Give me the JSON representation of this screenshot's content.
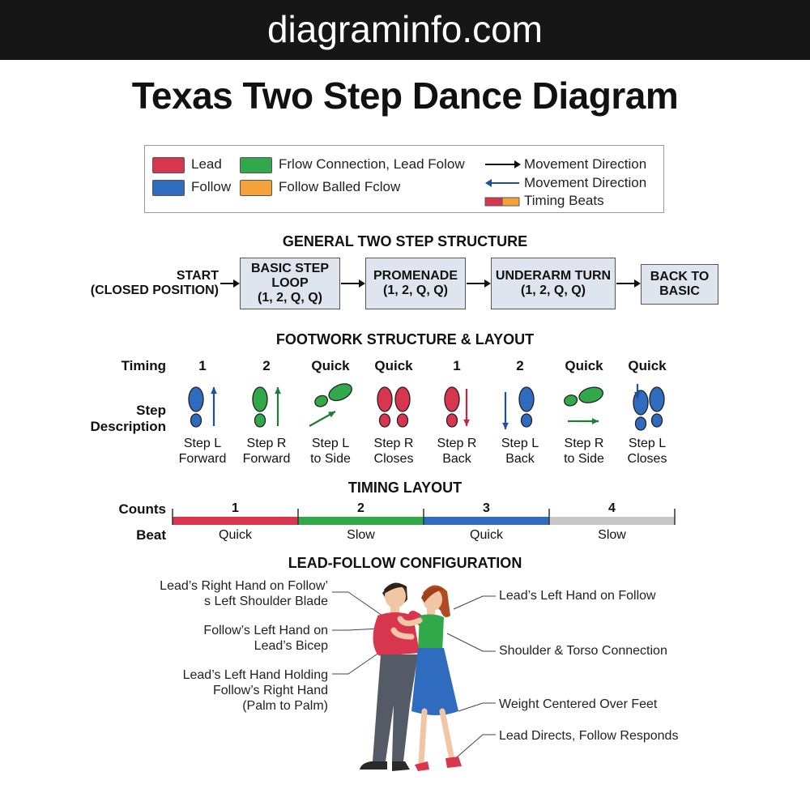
{
  "site": "diagraminfo.com",
  "title": "Texas Two Step Dance Diagram",
  "legend": {
    "lead": "Lead",
    "follow": "Follow",
    "connection": "Frlow Connection, Lead Folow",
    "follow_balled": "Follow Balled Fclow",
    "movement_1": "Movement Direction",
    "movement_2": "Movement Direction",
    "timing_beats": "Timing Beats"
  },
  "colors": {
    "lead": "#d8354f",
    "follow": "#2f6cc0",
    "connection": "#31a84a",
    "orange": "#f5a23a",
    "gray": "#c8c8c8"
  },
  "structure": {
    "heading": "GENERAL TWO STEP STRUCTURE",
    "start": "START\n(CLOSED POSITION)",
    "boxes": [
      "BASIC STEP\nLOOP\n(1, 2, Q, Q)",
      "PROMENADE\n(1, 2, Q, Q)",
      "UNDERARM TURN\n(1, 2, Q, Q)",
      "BACK TO\nBASIC"
    ]
  },
  "footwork": {
    "heading": "FOOTWORK STRUCTURE & LAYOUT",
    "timing_label": "Timing",
    "step_label": "Step\nDescription",
    "steps": [
      {
        "timing": "1",
        "desc": "Step L\nForward",
        "color": "#2f6cc0",
        "icon": "left-foot-forward-icon"
      },
      {
        "timing": "2",
        "desc": "Step R\nForward",
        "color": "#31a84a",
        "icon": "right-foot-forward-icon"
      },
      {
        "timing": "Quick",
        "desc": "Step L\nto Side",
        "color": "#31a84a",
        "icon": "left-foot-side-icon"
      },
      {
        "timing": "Quick",
        "desc": "Step R\nCloses",
        "color": "#d8354f",
        "icon": "feet-close-icon"
      },
      {
        "timing": "1",
        "desc": "Step R\nBack",
        "color": "#d8354f",
        "icon": "right-foot-back-icon"
      },
      {
        "timing": "2",
        "desc": "Step L\nBack",
        "color": "#2f6cc0",
        "icon": "left-foot-back-icon"
      },
      {
        "timing": "Quick",
        "desc": "Step R\nto Side",
        "color": "#31a84a",
        "icon": "right-foot-side-icon"
      },
      {
        "timing": "Quick",
        "desc": "Step L\nCloses",
        "color": "#2f6cc0",
        "icon": "feet-close-icon"
      }
    ]
  },
  "timing_layout": {
    "heading": "TIMING LAYOUT",
    "counts_label": "Counts",
    "beat_label": "Beat",
    "counts": [
      {
        "n": "1",
        "beat": "Quick",
        "color": "#d8354f"
      },
      {
        "n": "2",
        "beat": "Slow",
        "color": "#31a84a"
      },
      {
        "n": "3",
        "beat": "Quick",
        "color": "#2f6cc0"
      },
      {
        "n": "4",
        "beat": "Slow",
        "color": "#c8c8c8"
      }
    ]
  },
  "config": {
    "heading": "LEAD-FOLLOW CONFIGURATION",
    "left": [
      "Lead’s Right Hand on Follow’\ns Left Shoulder Blade",
      "Follow’s Left Hand on\nLead’s Bicep",
      "Lead’s Left Hand Holding\nFollow’s Right Hand\n(Palm to Palm)"
    ],
    "right": [
      "Lead’s Left Hand on Follow",
      "Shoulder & Torso Connection",
      "Weight Centered Over Feet",
      "Lead Directs, Follow Responds"
    ]
  }
}
